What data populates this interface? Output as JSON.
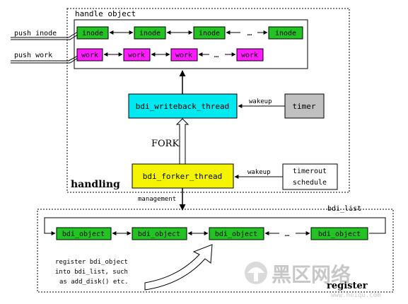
{
  "colors": {
    "inode": "#22c322",
    "work": "#ff1aff",
    "bdi_object": "#22c322",
    "writeback": "#00e8f0",
    "forker": "#f4f400",
    "timer": "#c0c0c0",
    "timeout": "#ffffff",
    "stroke": "#000000"
  },
  "handle_box": {
    "title": "handle object",
    "label_handling": "handling"
  },
  "inputs": {
    "push_inode": "push inode",
    "push_work": "push work"
  },
  "inode_row": {
    "items": [
      "inode",
      "inode",
      "inode",
      "inode"
    ],
    "ellipsis": "…"
  },
  "work_row": {
    "items": [
      "work",
      "work",
      "work",
      "work"
    ],
    "ellipsis": "…"
  },
  "threads": {
    "writeback": "bdi_writeback_thread",
    "forker": "bdi_forker_thread",
    "fork_label": "FORK"
  },
  "sources": {
    "timer": "timer",
    "timeout_line1": "timerout",
    "timeout_line2": "schedule",
    "wakeup_top": "wakeup",
    "wakeup_bottom": "wakeup"
  },
  "management_label": "management",
  "bdi_list": {
    "label": "bdi_list",
    "items": [
      "bdi_object",
      "bdi_object",
      "bdi_object",
      "bdi_object"
    ],
    "ellipsis": "…"
  },
  "register": {
    "note_line1": "register bdi_object",
    "note_line2": "into bdi_list, such",
    "note_line3": "as add_disk() etc.",
    "label": "register"
  },
  "watermark": {
    "text": "黑区网络",
    "url": "www.heiqu.com"
  }
}
